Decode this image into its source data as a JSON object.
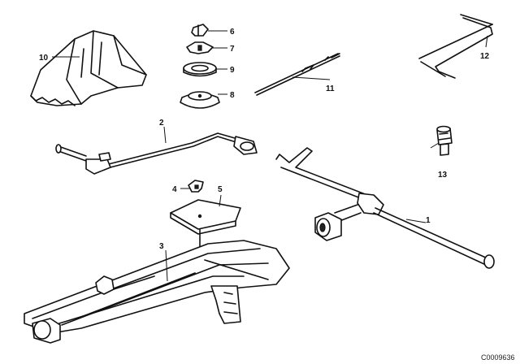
{
  "callouts": {
    "c1": "1",
    "c2": "2",
    "c3": "3",
    "c4": "4",
    "c5": "5",
    "c6": "6",
    "c7": "7",
    "c8": "8",
    "c9": "9",
    "c10": "10",
    "c11": "11",
    "c12": "12",
    "c13": "13"
  },
  "drawing_number": "C0009636"
}
